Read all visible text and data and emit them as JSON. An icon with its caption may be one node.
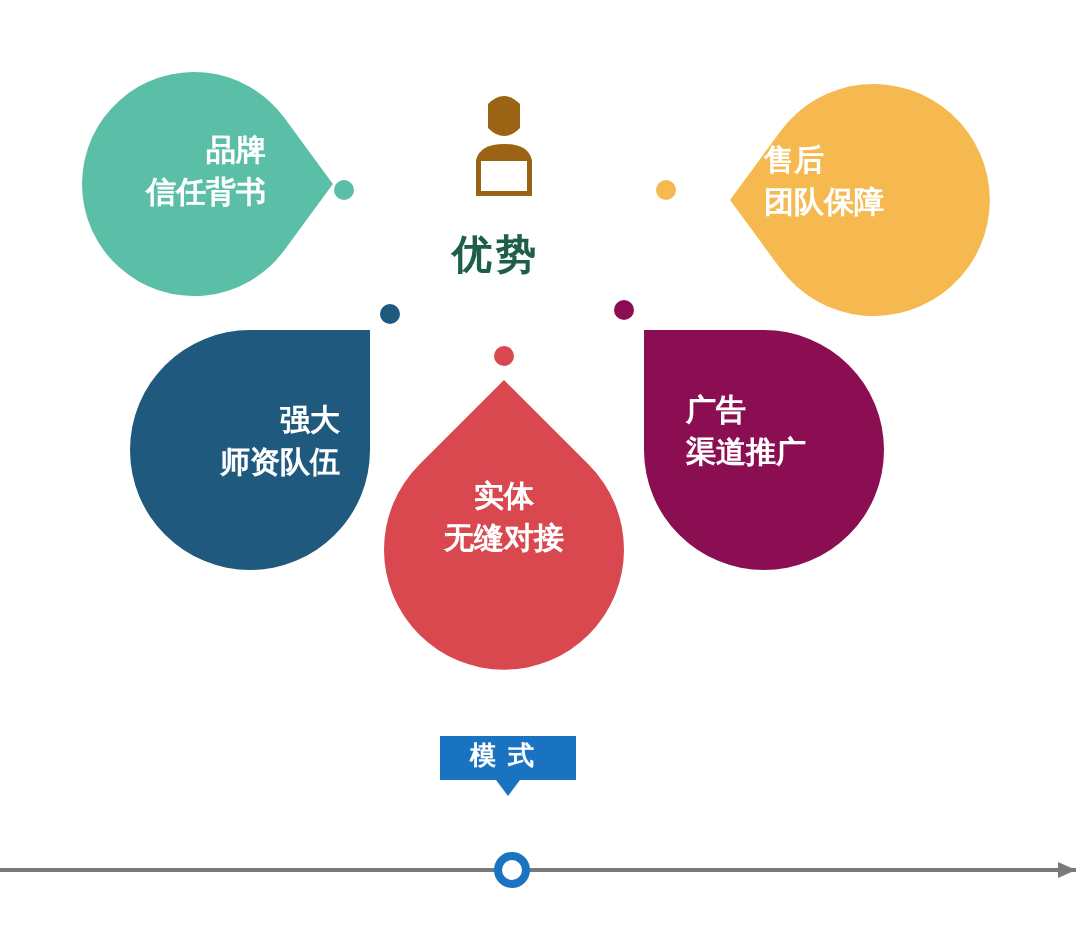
{
  "diagram": {
    "nodes": [
      {
        "text": [
          "品牌",
          "信任背书"
        ]
      },
      {
        "text": [
          "售后",
          "团队保障"
        ]
      },
      {
        "text": [
          "强大",
          "师资队伍"
        ]
      },
      {
        "text": [
          "实体",
          "无缝对接"
        ]
      },
      {
        "text": [
          "广告",
          "渠道推广"
        ]
      },
      {
        "text": [
          "模式"
        ]
      }
    ],
    "labels": [
      "优势"
    ]
  }
}
